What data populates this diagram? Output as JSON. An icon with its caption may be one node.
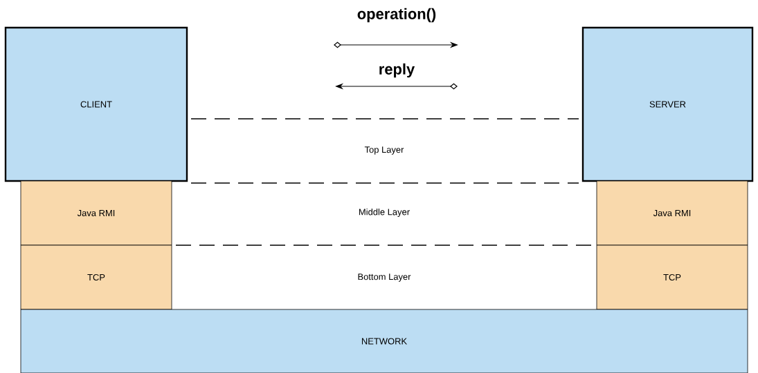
{
  "diagram": {
    "nodes": [
      {
        "text": [
          "CLIENT"
        ]
      },
      {
        "text": [
          "SERVER"
        ]
      },
      {
        "text": [
          "Java RMI"
        ]
      },
      {
        "text": [
          "TCP"
        ]
      },
      {
        "text": [
          "Java RMI"
        ]
      },
      {
        "text": [
          "TCP"
        ]
      },
      {
        "text": [
          "NETWORK"
        ]
      }
    ],
    "labels": [
      "operation()",
      "reply",
      "Top Layer",
      "Middle Layer",
      "Bottom Layer"
    ]
  }
}
